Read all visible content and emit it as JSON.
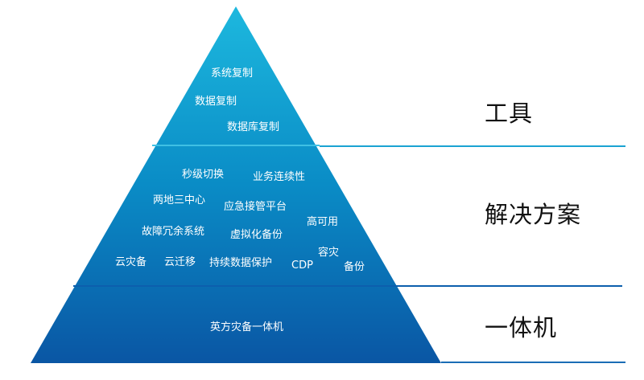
{
  "colors": {
    "top": "#1db4dc",
    "bottom": "#0a5aa6",
    "line_top": "#1aa3d2",
    "line_mid": "#1a6db6",
    "line_bottom": "#1a6db6"
  },
  "levels": [
    {
      "label": "工具",
      "items": [
        "系统复制",
        "数据复制",
        "数据库复制"
      ]
    },
    {
      "label": "解决方案",
      "items": [
        "秒级切换",
        "业务连续性",
        "两地三中心",
        "应急接管平台",
        "高可用",
        "故障冗余系统",
        "虚拟化备份",
        "容灾",
        "云灾备",
        "云迁移",
        "持续数据保护",
        "CDP",
        "备份"
      ]
    },
    {
      "label": "一体机",
      "items": [
        "英方灾备一体机"
      ]
    }
  ]
}
